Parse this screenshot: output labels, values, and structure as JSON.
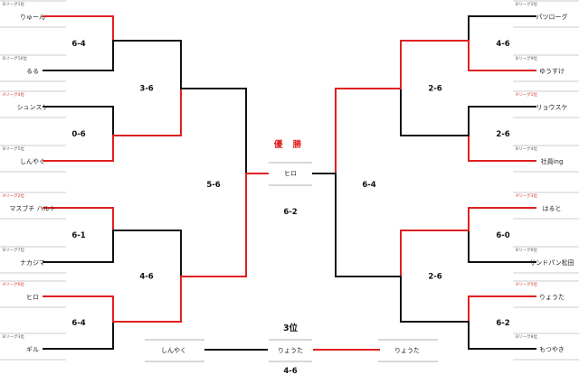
{
  "title": "優 勝",
  "champion": "ヒロ",
  "final_score": "6-2",
  "third_place": {
    "title": "3位",
    "left": "しんやく",
    "right": "りょうた",
    "winner": "りょうた",
    "score": "4-6"
  },
  "players": {
    "left": [
      {
        "label": "Bリーグ1位",
        "name": "りゅーん",
        "red": false
      },
      {
        "label": "Bリーグ10位",
        "name": "るる",
        "red": false
      },
      {
        "label": "Aリーグ4位",
        "name": "シュンスケ",
        "red": true
      },
      {
        "label": "Bリーグ5位",
        "name": "しんやく",
        "red": false
      },
      {
        "label": "Aリーグ2位",
        "name": "マスブチ ハルト",
        "red": true
      },
      {
        "label": "Bリーグ7位",
        "name": "ナカジマ",
        "red": false
      },
      {
        "label": "Aリーグ6位",
        "name": "ヒロ",
        "red": true
      },
      {
        "label": "Bリーグ3位",
        "name": "ギル",
        "red": false
      }
    ],
    "right": [
      {
        "label": "Bリーグ2位",
        "name": "パツローグ",
        "red": false
      },
      {
        "label": "Bリーグ9位",
        "name": "ゆうすけ",
        "red": false
      },
      {
        "label": "Aリーグ1位",
        "name": "リョウスケ",
        "red": true
      },
      {
        "label": "Bリーグ4位",
        "name": "社員ing",
        "red": false
      },
      {
        "label": "Aリーグ3位",
        "name": "はると",
        "red": true
      },
      {
        "label": "Bリーグ6位",
        "name": "サンドパン松田",
        "red": false
      },
      {
        "label": "Aリーグ5位",
        "name": "りょうた",
        "red": true
      },
      {
        "label": "Bリーグ8位",
        "name": "もつやき",
        "red": false
      }
    ]
  },
  "scores": {
    "left_r1": [
      "6-4",
      "0-6",
      "6-1",
      "6-4"
    ],
    "left_r2": [
      "3-6",
      "4-6"
    ],
    "left_semi": "5-6",
    "right_r1": [
      "4-6",
      "2-6",
      "6-0",
      "6-2"
    ],
    "right_r2": [
      "2-6",
      "2-6"
    ],
    "right_semi": "6-4"
  },
  "colors": {
    "win": "#e02020",
    "line": "#111111",
    "underline": "#999999"
  }
}
